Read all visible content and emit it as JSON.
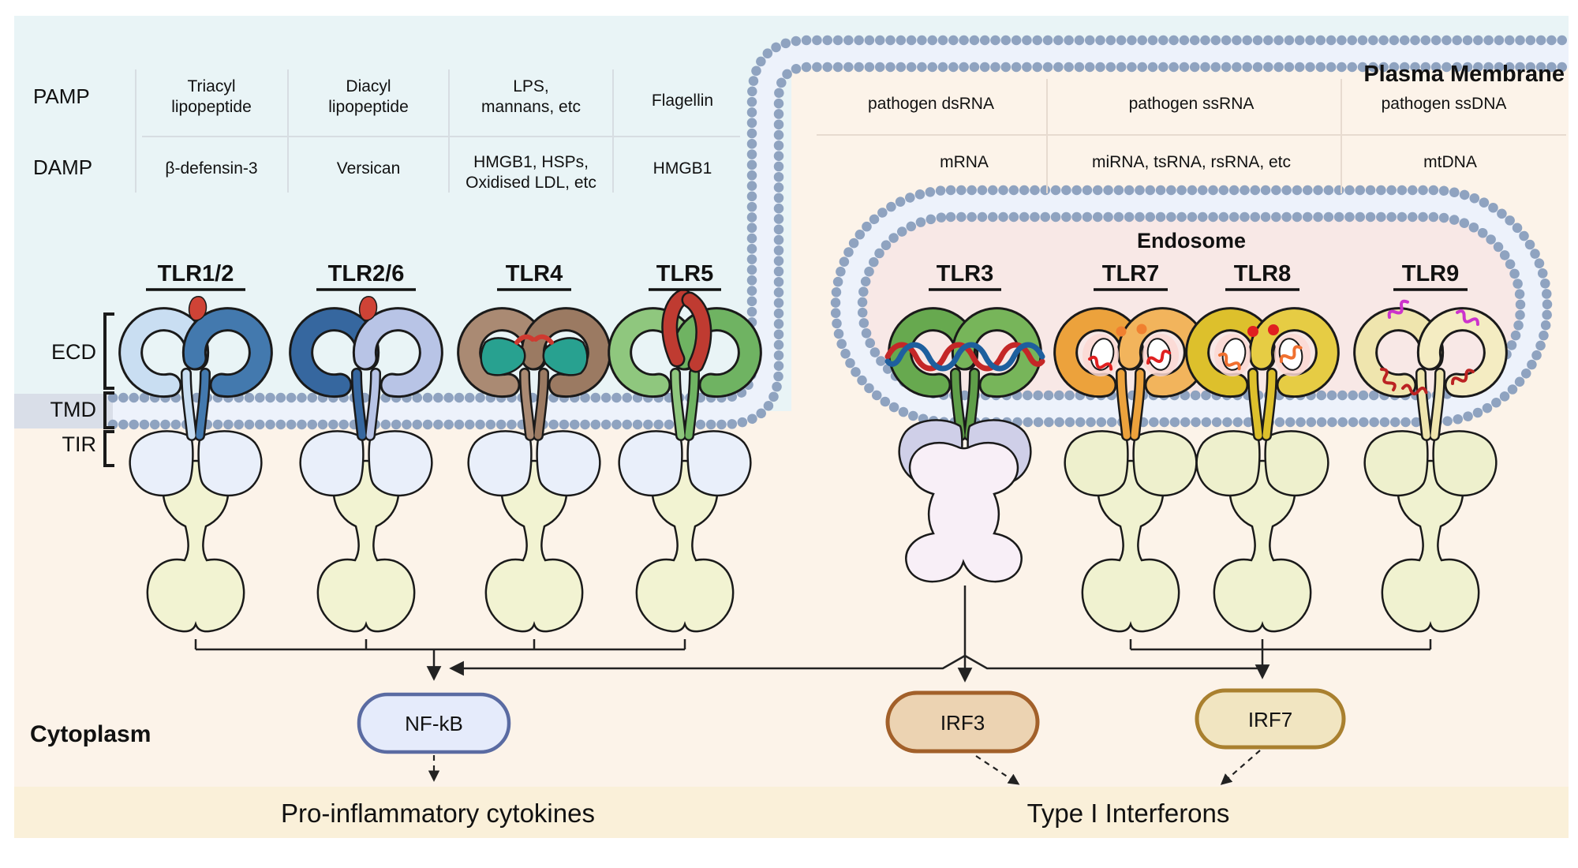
{
  "tables": {
    "left": {
      "row_labels": {
        "pamp": "PAMP",
        "damp": "DAMP"
      },
      "pamp_cells": {
        "c1l1": "Triacyl",
        "c1l2": "lipopeptide",
        "c2l1": "Diacyl",
        "c2l2": "lipopeptide",
        "c3l1": "LPS,",
        "c3l2": "mannans, etc",
        "c4": "Flagellin"
      },
      "damp_cells": {
        "c1": "β-defensin-3",
        "c2": "Versican",
        "c3l1": "HMGB1, HSPs,",
        "c3l2": "Oxidised LDL, etc",
        "c4": "HMGB1"
      }
    },
    "right": {
      "pamp_cells": {
        "c1": "pathogen dsRNA",
        "c2": "pathogen ssRNA",
        "c3": "pathogen ssDNA"
      },
      "damp_cells": {
        "c1": "mRNA",
        "c2": "miRNA, tsRNA, rsRNA, etc",
        "c3": "mtDNA"
      }
    }
  },
  "compartments": {
    "plasma_membrane": "Plasma Membrane",
    "endosome": "Endosome",
    "cytoplasm": "Cytoplasm"
  },
  "domains": {
    "ecd": "ECD",
    "tmd": "TMD",
    "tir": "TIR"
  },
  "receptors": {
    "tlr12": "TLR1/2",
    "tlr26": "TLR2/6",
    "tlr4": "TLR4",
    "tlr5": "TLR5",
    "tlr3": "TLR3",
    "tlr7": "TLR7",
    "tlr8": "TLR8",
    "tlr9": "TLR9"
  },
  "signaling": {
    "nfkb": "NF-kB",
    "irf3": "IRF3",
    "irf7": "IRF7"
  },
  "outputs": {
    "cytokines": "Pro-inflammatory cytokines",
    "interferons": "Type I Interferons"
  },
  "colors": {
    "extracellular": "#e9f4f6",
    "cytoplasm": "#fcf3e9",
    "endosome_lumen": "#f8e8e6",
    "output_band": "#faf0d9",
    "membrane_bead": "#8fa3c0",
    "tmd_strip": "#d9dee8",
    "nfkb_fill": "#e5ebfb",
    "nfkb_border": "#5a6ba2",
    "irf3_fill": "#ecd3b2",
    "irf3_border": "#a2602a",
    "irf7_fill": "#f1e5c1",
    "irf7_border": "#a9802f"
  }
}
